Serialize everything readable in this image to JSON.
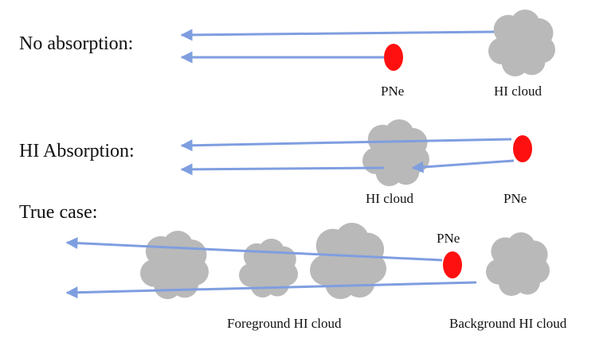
{
  "colors": {
    "arrow": "#7f9ee0",
    "cloud": "#b9b9b9",
    "pne": "#ff1010",
    "text": "#111111"
  },
  "rows": {
    "no_absorption": {
      "title": "No absorption:",
      "pne_label": "PNe",
      "cloud_label": "HI cloud"
    },
    "hi_absorption": {
      "title": "HI Absorption:",
      "cloud_label": "HI cloud",
      "pne_label": "PNe"
    },
    "true_case": {
      "title": "True case:",
      "pne_label": "PNe",
      "foreground_label": "Foreground HI cloud",
      "background_label": "Background HI cloud"
    }
  }
}
